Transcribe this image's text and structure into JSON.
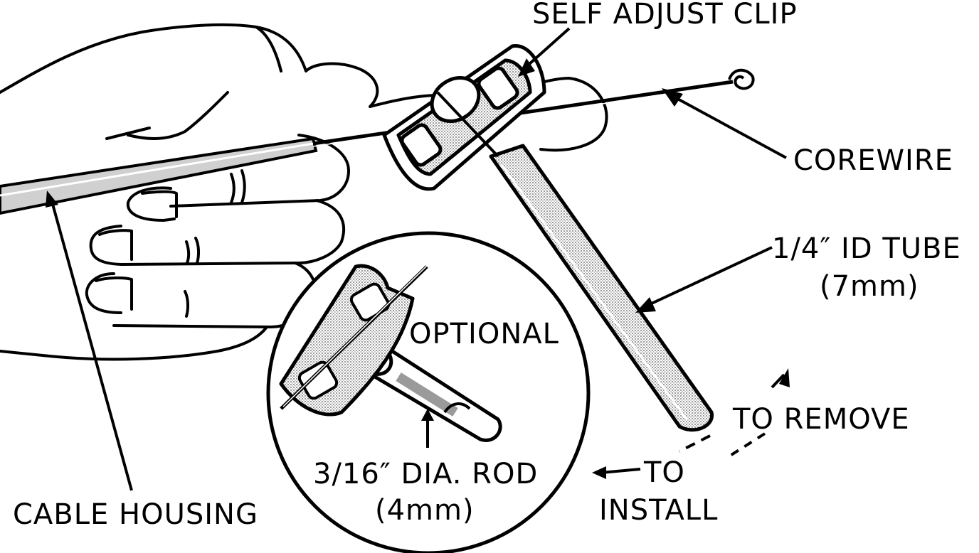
{
  "labels": {
    "self_adjust_clip": "SELF ADJUST CLIP",
    "corewire": "COREWIRE",
    "id_tube": "1/4″ ID TUBE",
    "id_tube_metric": "(7mm)",
    "optional": "OPTIONAL",
    "to_remove": "TO REMOVE",
    "to": "TO",
    "install": "INSTALL",
    "rod": "3/16″ DIA. ROD",
    "rod_metric": "(4mm)",
    "cable_housing": "CABLE HOUSING"
  },
  "colors": {
    "ink": "#000000",
    "paper": "#ffffff",
    "shade": "#bdbdbd"
  }
}
